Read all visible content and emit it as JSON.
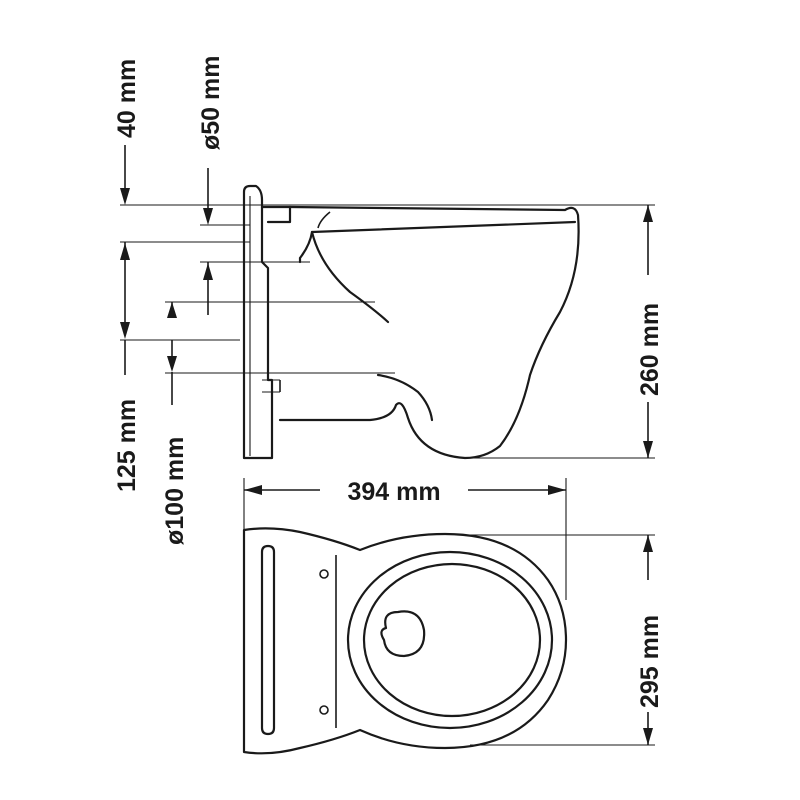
{
  "dimensions": {
    "top_offset": "40 mm",
    "outlet_diameter": "ø50 mm",
    "inlet_height": "125 mm",
    "inlet_diameter": "ø100 mm",
    "total_height": "260 mm",
    "length": "394 mm",
    "width": "295 mm"
  },
  "colors": {
    "ink": "#1a1a1a",
    "background": "#ffffff"
  }
}
